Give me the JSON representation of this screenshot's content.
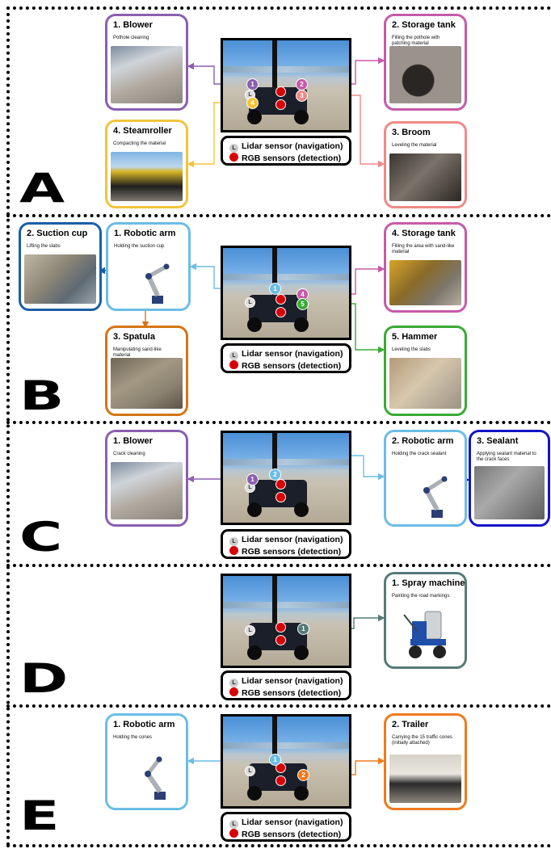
{
  "colors": {
    "purple": "#8b5fb0",
    "pink": "#c75aa8",
    "salmon": "#ee8a86",
    "yellow": "#f2c43c",
    "lightblue": "#6bbde6",
    "darkblue": "#1a5fa6",
    "orange": "#d47514",
    "green": "#3aaa35",
    "slate": "#557b78",
    "brightorange": "#f07a1e",
    "royal": "#1414c8",
    "sensor_red": "#d80000"
  },
  "legend": {
    "lidar_glyph": "L",
    "lidar": "Lidar sensor (navigation)",
    "rgb": "RGB sensors (detection)"
  },
  "sections": {
    "A": {
      "letter": "A",
      "cards": [
        {
          "title": "1. Blower",
          "desc": "Pothole cleaning",
          "num": "1"
        },
        {
          "title": "2. Storage tank",
          "desc": "Filling the pothole with patching material",
          "num": "2"
        },
        {
          "title": "3. Broom",
          "desc": "Leveling the material",
          "num": "3"
        },
        {
          "title": "4. Steamroller",
          "desc": "Compacting the material",
          "num": "4"
        }
      ]
    },
    "B": {
      "letter": "B",
      "cards": [
        {
          "title": "1. Robotic arm",
          "desc": "Holding the suction cup",
          "num": "1"
        },
        {
          "title": "2. Suction cup",
          "desc": "Lifting the slabs",
          "num": "2"
        },
        {
          "title": "3. Spatula",
          "desc": "Manipulating sand-like material",
          "num": "3"
        },
        {
          "title": "4. Storage tank",
          "desc": "Filling the area with sand-like material",
          "num": "4"
        },
        {
          "title": "5. Hammer",
          "desc": "Leveling the slabs",
          "num": "5"
        }
      ]
    },
    "C": {
      "letter": "C",
      "cards": [
        {
          "title": "1. Blower",
          "desc": "Crack cleaning",
          "num": "1"
        },
        {
          "title": "2. Robotic arm",
          "desc": "Holding the crack sealant",
          "num": "2"
        },
        {
          "title": "3. Sealant",
          "desc": "Applying sealant material to the crack faces",
          "num": "3"
        }
      ]
    },
    "D": {
      "letter": "D",
      "cards": [
        {
          "title": "1. Spray machine",
          "desc": "Painting the road markings",
          "num": "1"
        }
      ]
    },
    "E": {
      "letter": "E",
      "cards": [
        {
          "title": "1. Robotic arm",
          "desc": "Holding the cones",
          "num": "1"
        },
        {
          "title": "2. Trailer",
          "desc": "Carrying the 15 traffic cones (initially attached)",
          "num": "2"
        }
      ]
    }
  }
}
